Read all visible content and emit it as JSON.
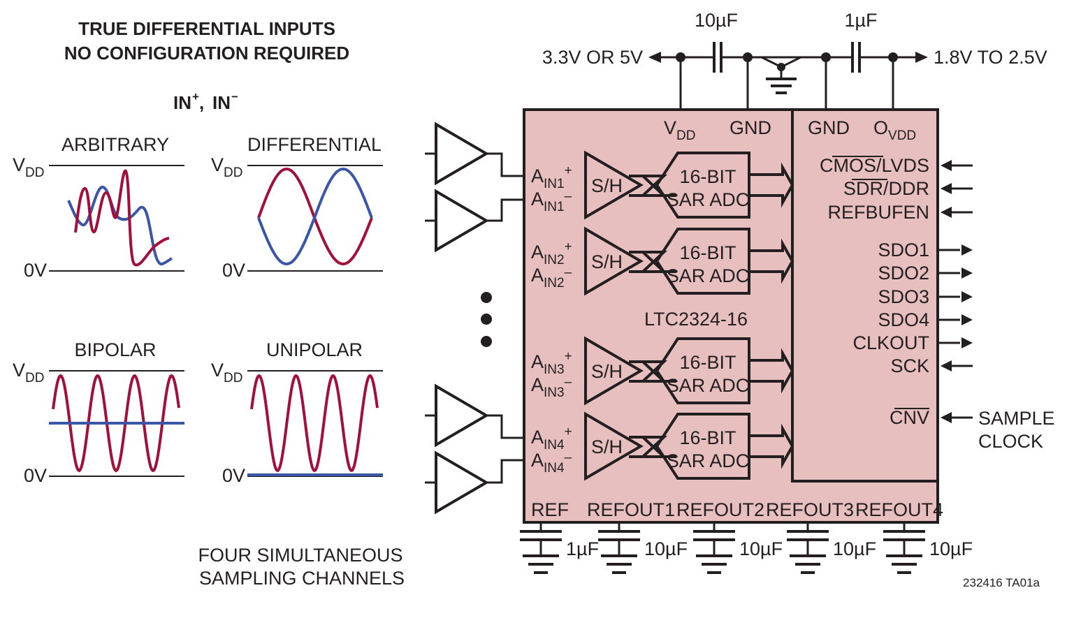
{
  "header": {
    "line1": "TRUE DIFFERENTIAL INPUTS",
    "line2": "NO CONFIGURATION REQUIRED",
    "legend_in_plus": "IN",
    "legend_plus_sup": "+",
    "legend_sep": ", ",
    "legend_in_minus": "IN",
    "legend_minus_sup": "−"
  },
  "colors": {
    "in_plus": "#a0103a",
    "in_minus": "#3a56a6",
    "chip_fill": "#e8bfbf",
    "ink": "#231f20"
  },
  "waveforms": {
    "arbitrary": {
      "title": "ARBITRARY"
    },
    "differential": {
      "title": "DIFFERENTIAL"
    },
    "bipolar": {
      "title": "BIPOLAR"
    },
    "unipolar": {
      "title": "UNIPOLAR"
    },
    "vdd_main": "V",
    "vdd_sub": "DD",
    "zero": "0V"
  },
  "footer": {
    "line1": "FOUR SIMULTANEOUS",
    "line2": "SAMPLING CHANNELS",
    "code": "232416 TA01a"
  },
  "power": {
    "left_supply": "3.3V OR 5V",
    "right_supply": "1.8V TO 2.5V",
    "cap_left": "10µF",
    "cap_right": "1µF"
  },
  "chip": {
    "part": "LTC2324-16",
    "vdd_main": "V",
    "vdd_sub": "DD",
    "gnd_left": "GND",
    "gnd_right": "GND",
    "ovdd_main": "O",
    "ovdd_sub": "VDD",
    "channels": [
      {
        "ain_main": "A",
        "ain_plus_sub": "IN1",
        "ain_minus_sub": "IN1",
        "sh": "S/H",
        "adc1": "16-BIT",
        "adc2": "SAR ADC"
      },
      {
        "ain_main": "A",
        "ain_plus_sub": "IN2",
        "ain_minus_sub": "IN2",
        "sh": "S/H",
        "adc1": "16-BIT",
        "adc2": "SAR ADC"
      },
      {
        "ain_main": "A",
        "ain_plus_sub": "IN3",
        "ain_minus_sub": "IN3",
        "sh": "S/H",
        "adc1": "16-BIT",
        "adc2": "SAR ADC"
      },
      {
        "ain_main": "A",
        "ain_plus_sub": "IN4",
        "ain_minus_sub": "IN4",
        "sh": "S/H",
        "adc1": "16-BIT",
        "adc2": "SAR ADC"
      }
    ],
    "plus_sign": "+",
    "minus_sign": "–",
    "pins_right": {
      "cmos_a": "CMOS",
      "cmos_b": "/LVDS",
      "sdr_a": "SDR",
      "sdr_b": "/DDR",
      "refbufen": "REFBUFEN",
      "sdo1": "SDO1",
      "sdo2": "SDO2",
      "sdo3": "SDO3",
      "sdo4": "SDO4",
      "clkout": "CLKOUT",
      "sck": "SCK",
      "cnv": "CNV"
    },
    "pins_bottom": [
      "REF",
      "REFOUT1",
      "REFOUT2",
      "REFOUT3",
      "REFOUT4"
    ],
    "bottom_caps": [
      "1µF",
      "10µF",
      "10µF",
      "10µF",
      "10µF"
    ]
  },
  "sample_clock": {
    "line1": "SAMPLE",
    "line2": "CLOCK"
  }
}
